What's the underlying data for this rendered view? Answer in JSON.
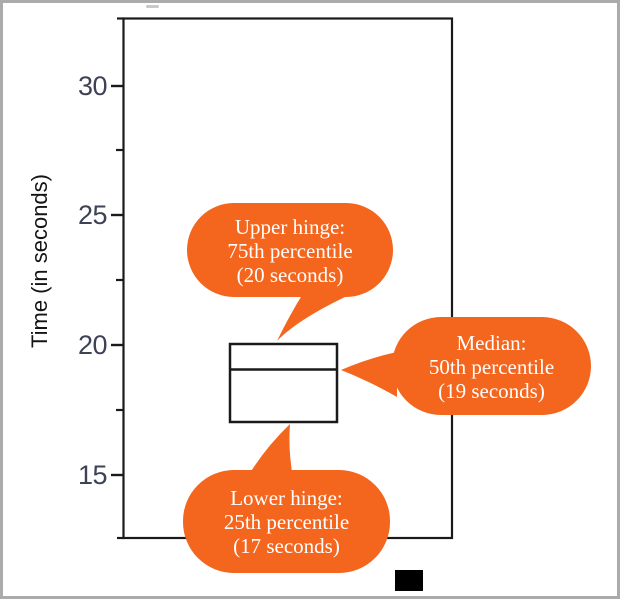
{
  "chart_data": {
    "type": "boxplot",
    "orientation": "vertical",
    "title": "",
    "xlabel": "",
    "ylabel": "Time (in seconds)",
    "ylim": [
      12.5,
      32.5
    ],
    "yticks_major": [
      30,
      25,
      20,
      15
    ],
    "yticks_minor": [
      27.5,
      22.5,
      17.5
    ],
    "grid": false,
    "box": {
      "upper_hinge": 20,
      "median": 19,
      "lower_hinge": 17
    },
    "annotations": [
      {
        "text": "Upper hinge: 75th percentile (20 seconds)",
        "points_to_value": 20
      },
      {
        "text": "Median: 50th percentile (19 seconds)",
        "points_to_value": 19
      },
      {
        "text": "Lower hinge: 25th percentile (17 seconds)",
        "points_to_value": 17
      }
    ]
  },
  "y_axis": {
    "label": "Time (in seconds)",
    "tick_labels": [
      "30",
      "25",
      "20",
      "15"
    ]
  },
  "callouts": {
    "upper": {
      "line1": "Upper hinge:",
      "line2": "75th percentile",
      "line3": "(20 seconds)"
    },
    "median": {
      "line1": "Median:",
      "line2": "50th percentile",
      "line3": "(19 seconds)"
    },
    "lower": {
      "line1": "Lower hinge:",
      "line2": "25th percentile",
      "line3": "(17 seconds)"
    }
  },
  "colors": {
    "callout_orange": "#F4661D",
    "tick_text": "#3D4254",
    "plot_line": "#1A1A1A",
    "frame_gray": "#ABABAB"
  }
}
